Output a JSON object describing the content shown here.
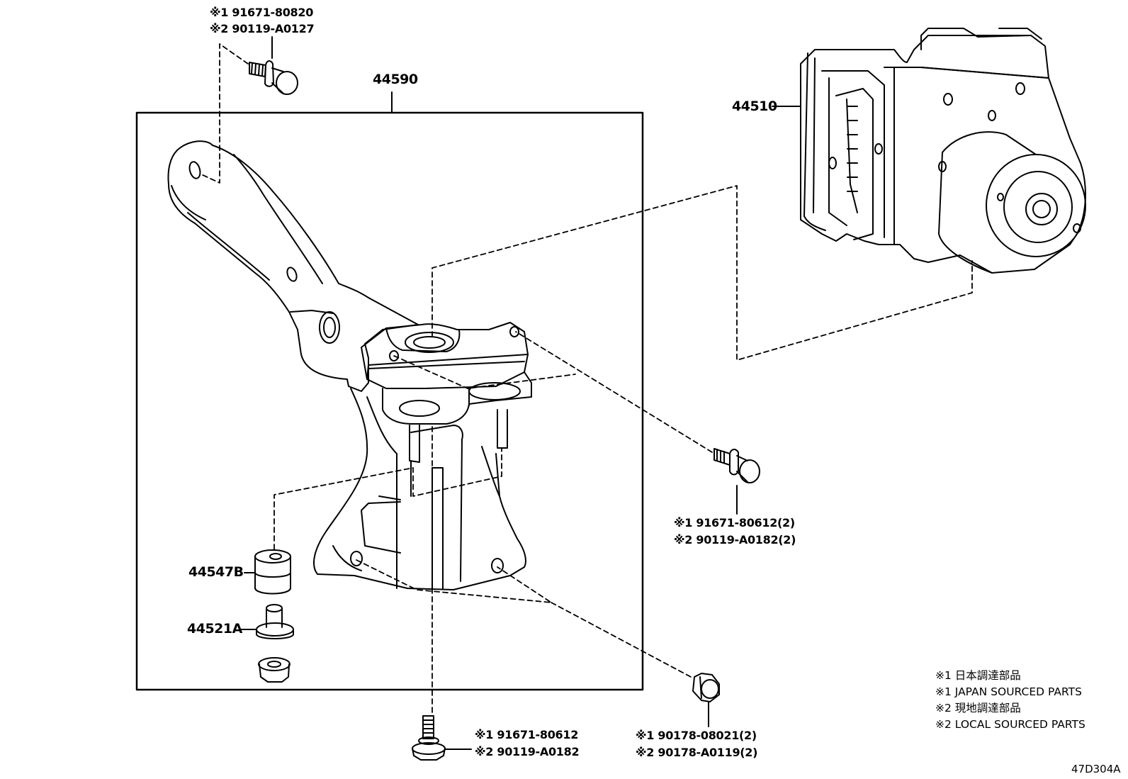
{
  "labels": {
    "assembly": "44590",
    "actuator": "44510",
    "cushion": "44547B",
    "collar": "44521A"
  },
  "callouts": {
    "top_bolt": [
      "※1 91671-80820",
      "※2 90119-A0127"
    ],
    "side_bolt": [
      "※1 91671-80612(2)",
      "※2 90119-A0182(2)"
    ],
    "bottom_bolt": [
      "※1 91671-80612",
      "※2 90119-A0182"
    ],
    "nut": [
      "※1 90178-08021(2)",
      "※2 90178-A0119(2)"
    ]
  },
  "legend": [
    "※1 日本調達部品",
    "※1 JAPAN SOURCED PARTS",
    "※2 現地調達部品",
    "※2 LOCAL SOURCED PARTS"
  ],
  "diagram_code": "47D304A"
}
